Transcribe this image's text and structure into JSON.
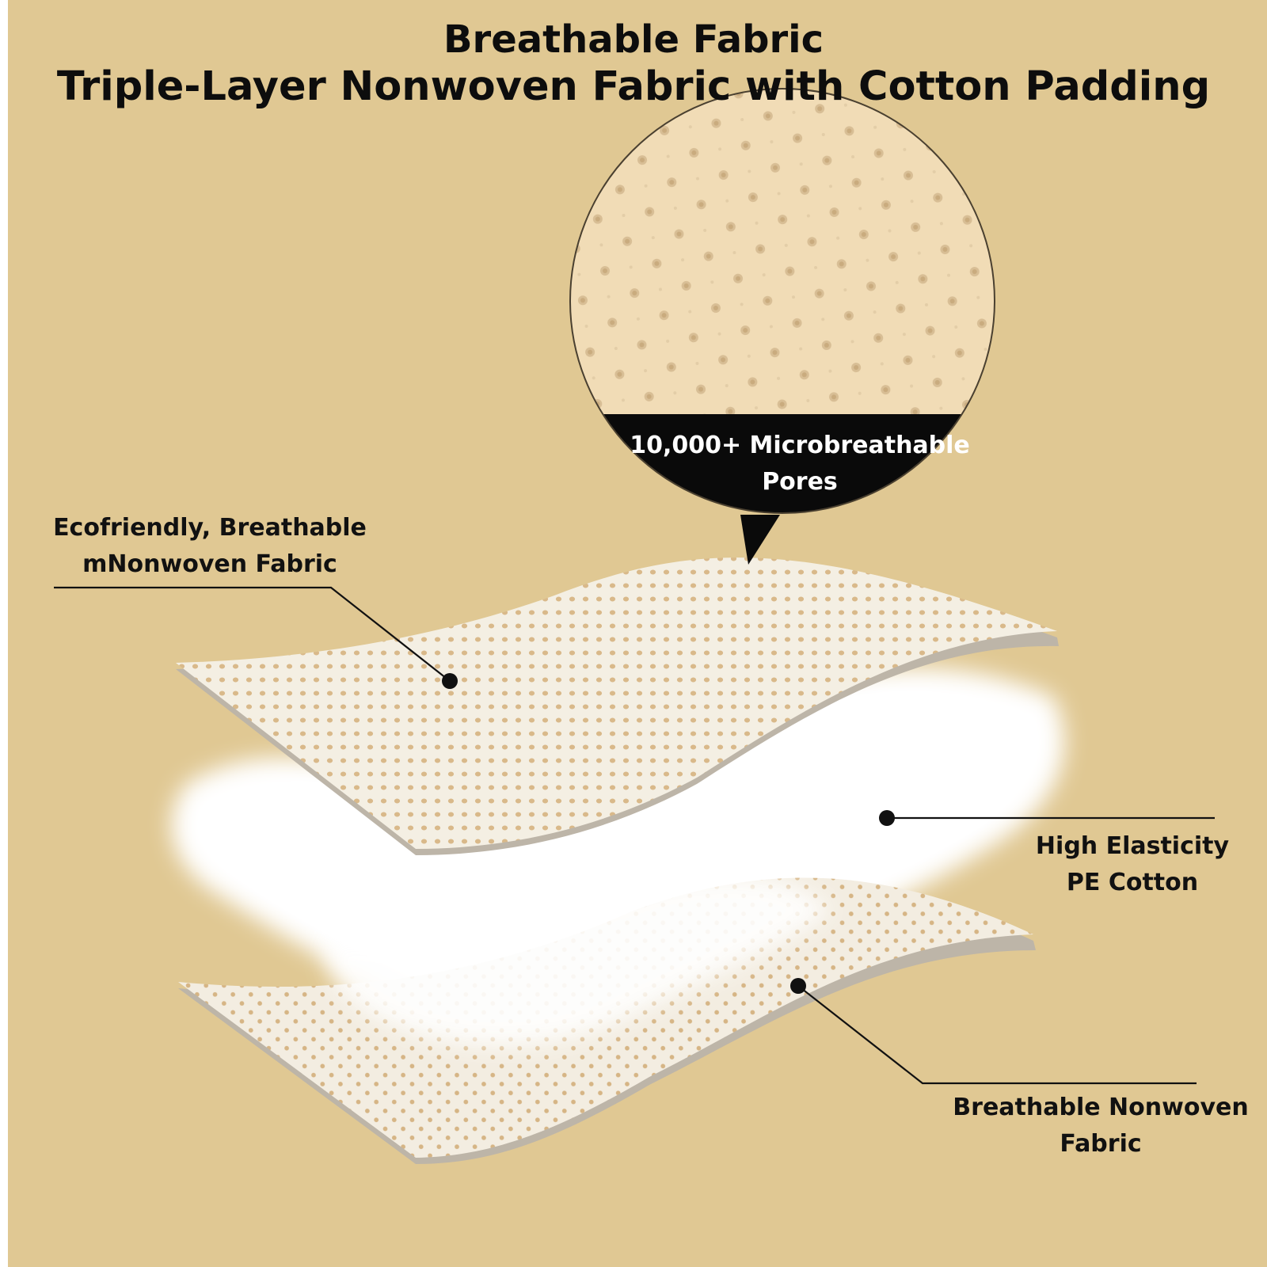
{
  "title": {
    "line1": "Breathable Fabric",
    "line2": "Triple-Layer Nonwoven Fabric with Cotton Padding"
  },
  "magnifier": {
    "line1": "10,000+ Microbreathable",
    "line2": "Pores"
  },
  "layers": {
    "top": {
      "line1": "Ecofriendly, Breathable",
      "line2": "mNonwoven Fabric"
    },
    "middle": {
      "line1": "High Elasticity",
      "line2": "PE Cotton"
    },
    "bottom": {
      "line1": "Breathable Nonwoven",
      "line2": "Fabric"
    }
  },
  "colors": {
    "background": "#e0c893",
    "fabric": "#f3ede0",
    "fabric_edge": "#bdb5a8",
    "pore": "#d9b98a",
    "cotton": "#ffffff",
    "callout": "#0a0a0a"
  }
}
